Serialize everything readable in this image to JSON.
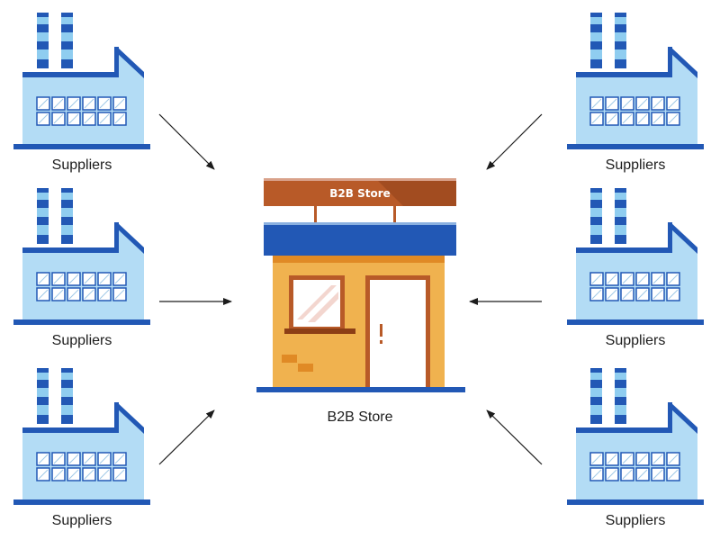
{
  "store": {
    "sign_text": "B2B Store",
    "label": "B2B Store"
  },
  "suppliers": [
    {
      "label": "Suppliers",
      "side": "left",
      "row": "top"
    },
    {
      "label": "Suppliers",
      "side": "left",
      "row": "middle"
    },
    {
      "label": "Suppliers",
      "side": "left",
      "row": "bottom"
    },
    {
      "label": "Suppliers",
      "side": "right",
      "row": "top"
    },
    {
      "label": "Suppliers",
      "side": "right",
      "row": "middle"
    },
    {
      "label": "Suppliers",
      "side": "right",
      "row": "bottom"
    }
  ],
  "colors": {
    "factory_body": "#b3dcf5",
    "factory_dark": "#2258b5",
    "chimney_light": "#8fcdf0",
    "store_wall": "#f0b24f",
    "store_trim": "#e08a25",
    "store_awning": "#2258b5",
    "store_sign": "#b85a28",
    "store_door_frame": "#b85a28",
    "arrow": "#1c1c1c"
  }
}
